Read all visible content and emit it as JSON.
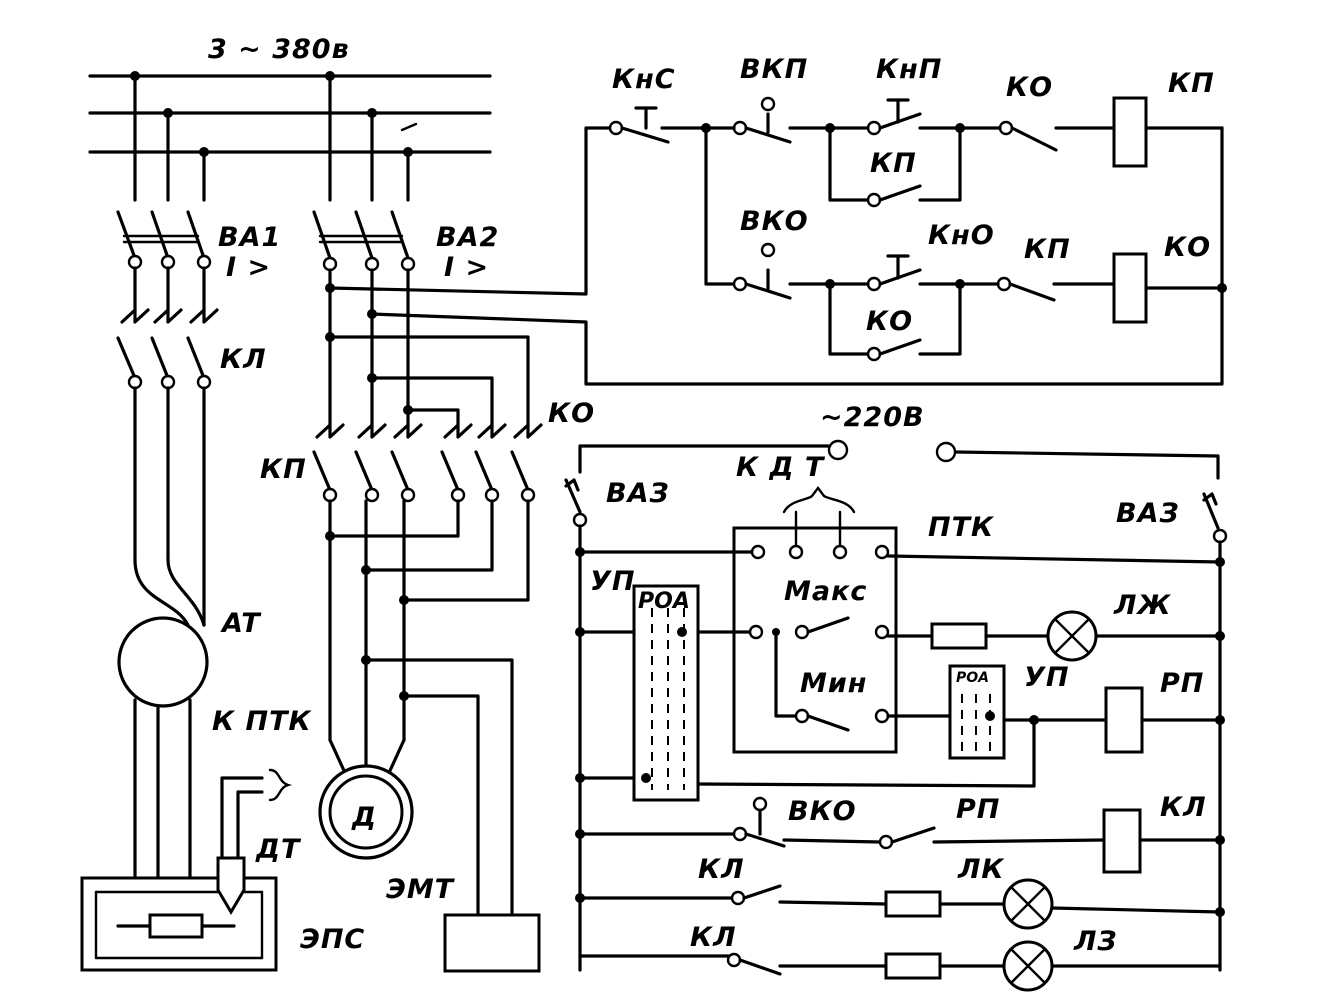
{
  "labels": {
    "supply_3ph": "3 ~ 380в",
    "va1": "BA1",
    "va1_i": "I >",
    "va2": "BA2",
    "va2_i": "I >",
    "kl_main": "КЛ",
    "kp_main": "КП",
    "ko_main": "КО",
    "at": "AT",
    "k_ptk": "К ПТК",
    "dt": "ДТ",
    "eps": "ЭПС",
    "d": "Д",
    "emt": "ЭМТ",
    "kns": "КнС",
    "vkp": "ВКП",
    "knp": "КнП",
    "ko_r1": "КО",
    "kp_coil": "КП",
    "kp_hold": "КП",
    "vko_r2": "ВКО",
    "kno": "КнО",
    "kp_r2": "КП",
    "ko_coil": "КО",
    "ko_hold": "КО",
    "supply_220": "~220В",
    "kdt": "К Д Т",
    "ptk": "ПТК",
    "va3_left": "ВАЗ",
    "va3_right": "ВАЗ",
    "up_left": "УП",
    "roa_left": "РОА",
    "maks": "Макс",
    "min": "Мин",
    "lzh": "ЛЖ",
    "roa_right": "РОА",
    "up_right": "УП",
    "rp_coil": "РП",
    "vko_row": "ВКО",
    "rp_row": "РП",
    "kl_coil": "КЛ",
    "kl_row1": "КЛ",
    "lk": "ЛК",
    "kl_row2": "КЛ",
    "lz": "ЛЗ"
  }
}
